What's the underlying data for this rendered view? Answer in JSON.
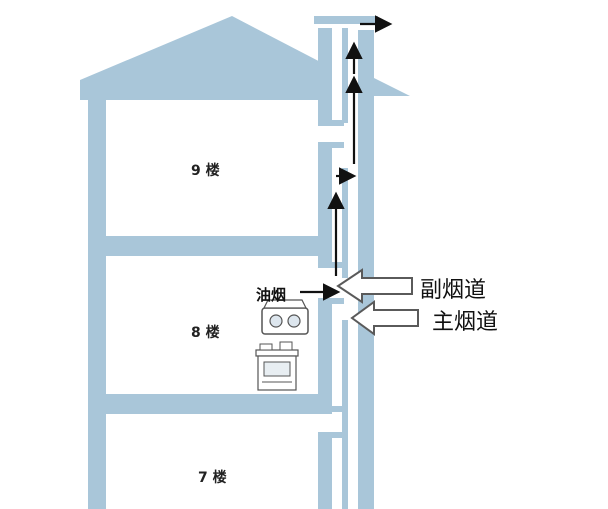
{
  "floors": {
    "ninth": "9 楼",
    "eighth": "8 楼",
    "seventh": "7 楼"
  },
  "labels": {
    "oil_smoke": "油烟",
    "secondary_flue": "副烟道",
    "main_flue": "主烟道"
  },
  "colors": {
    "wall": "#a9c6d9",
    "arrow": "#111111",
    "callout_outline": "#5a5a5a"
  }
}
